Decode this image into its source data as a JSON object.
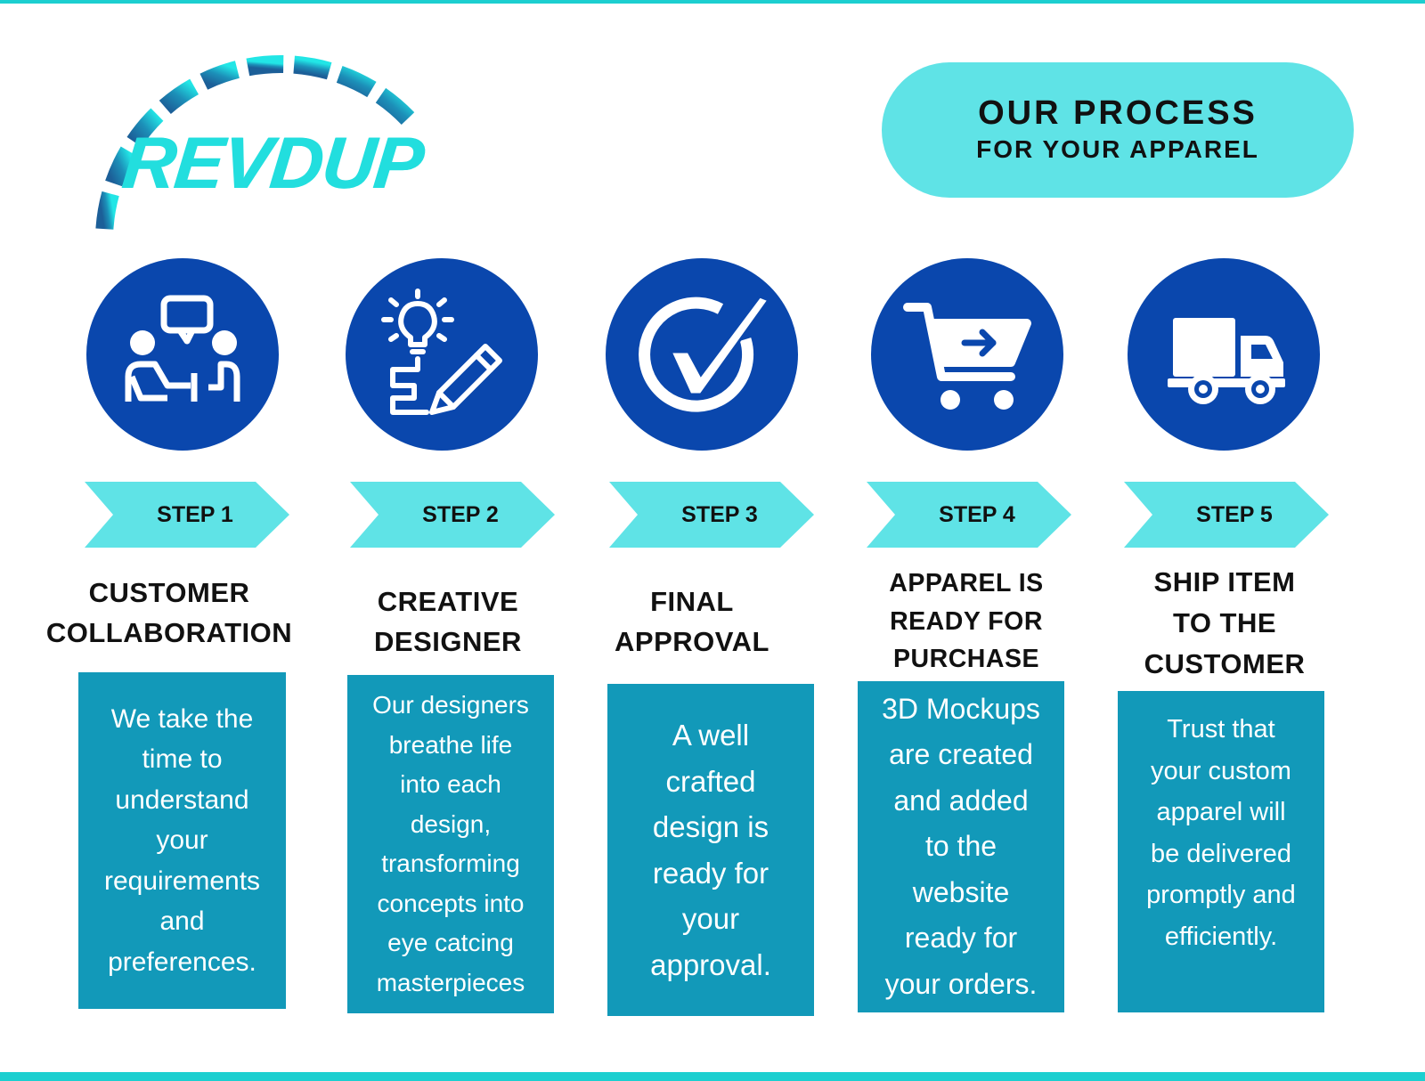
{
  "brand": {
    "logo_text": "REVDUP",
    "accent_color": "#22dede",
    "dark_blue": "#1c6ea4"
  },
  "title": {
    "main": "OUR PROCESS",
    "sub": "FOR YOUR APPAREL"
  },
  "colors": {
    "circle": "#0a47ad",
    "chevron": "#5fe3e6",
    "card": "#1299b9",
    "border": "#1ccfd0"
  },
  "steps": [
    {
      "label": "STEP 1",
      "icon": "conversation-icon",
      "heading": [
        "CUSTOMER",
        "COLLABORATION"
      ],
      "description": [
        "We take the",
        "time to",
        "understand",
        "your",
        "requirements",
        "and",
        "preferences."
      ]
    },
    {
      "label": "STEP 2",
      "icon": "idea-pencil-icon",
      "heading": [
        "CREATIVE",
        "DESIGNER"
      ],
      "description": [
        "Our designers",
        "breathe life",
        "into each",
        "design,",
        "transforming",
        "concepts into",
        "eye catcing",
        "masterpieces"
      ]
    },
    {
      "label": "STEP 3",
      "icon": "checkmark-icon",
      "heading": [
        "FINAL",
        "APPROVAL"
      ],
      "description": [
        "A well",
        "crafted",
        "design  is",
        "ready for",
        "your",
        "approval."
      ]
    },
    {
      "label": "STEP 4",
      "icon": "shopping-cart-icon",
      "heading": [
        "APPAREL IS",
        "READY FOR",
        "PURCHASE"
      ],
      "description": [
        "3D Mockups",
        "are created",
        "and added",
        "to the",
        "website",
        "ready for",
        "your orders."
      ]
    },
    {
      "label": "STEP 5",
      "icon": "delivery-truck-icon",
      "heading": [
        "SHIP ITEM",
        "TO THE",
        "CUSTOMER"
      ],
      "description": [
        "Trust that",
        "your custom",
        "apparel will",
        "be delivered",
        "promptly and",
        "efficiently."
      ]
    }
  ]
}
